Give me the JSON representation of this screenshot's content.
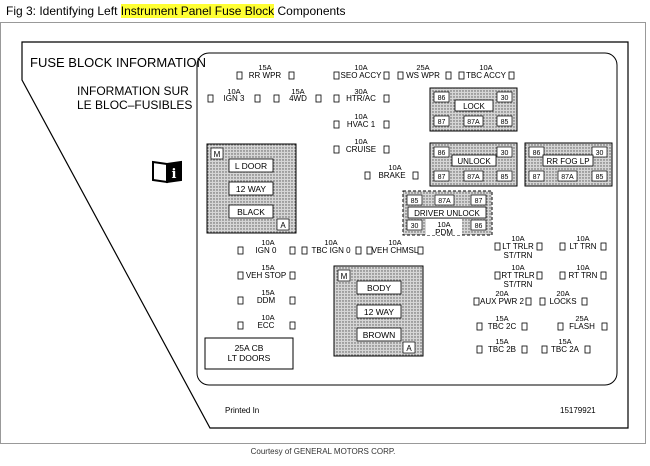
{
  "caption": {
    "prefix": "Fig 3: Identifying Left ",
    "highlight": "Instrument Panel Fuse Block",
    "suffix": " Components"
  },
  "header": {
    "title_en": "FUSE BLOCK INFORMATION",
    "title_fr_1": "INFORMATION SUR",
    "title_fr_2": "LE BLOC–FUSIBLES"
  },
  "fuses": {
    "rr_wpr": {
      "amp": "15A",
      "name": "RR WPR"
    },
    "seo_accy": {
      "amp": "10A",
      "name": "SEO ACCY"
    },
    "ws_wpr": {
      "amp": "25A",
      "name": "WS WPR"
    },
    "tbc_accy": {
      "amp": "10A",
      "name": "TBC ACCY"
    },
    "ign3": {
      "amp": "10A",
      "name": "IGN 3"
    },
    "fourwd": {
      "amp": "15A",
      "name": "4WD"
    },
    "htr_ac": {
      "amp": "30A",
      "name": "HTR/AC"
    },
    "hvac1": {
      "amp": "10A",
      "name": "HVAC 1"
    },
    "cruise": {
      "amp": "10A",
      "name": "CRUISE"
    },
    "brake": {
      "amp": "10A",
      "name": "BRAKE"
    },
    "ign0": {
      "amp": "10A",
      "name": "IGN 0"
    },
    "tbc_ign0": {
      "amp": "10A",
      "name": "TBC IGN 0"
    },
    "veh_chmsl": {
      "amp": "10A",
      "name": "VEH CHMSL"
    },
    "veh_stop": {
      "amp": "15A",
      "name": "VEH STOP"
    },
    "ddm": {
      "amp": "15A",
      "name": "DDM"
    },
    "ecc": {
      "amp": "10A",
      "name": "ECC"
    },
    "lt_trlr_st": {
      "amp": "10A",
      "name": "LT TRLR",
      "name2": "ST/TRN"
    },
    "lt_trn": {
      "amp": "10A",
      "name": "LT TRN"
    },
    "rt_trlr_st": {
      "amp": "10A",
      "name": "RT TRLR",
      "name2": "ST/TRN"
    },
    "rt_trn": {
      "amp": "10A",
      "name": "RT TRN"
    },
    "aux_pwr2": {
      "amp": "20A",
      "name": "AUX PWR 2"
    },
    "locks": {
      "amp": "20A",
      "name": "LOCKS"
    },
    "tbc_2c": {
      "amp": "15A",
      "name": "TBC 2C"
    },
    "flash": {
      "amp": "25A",
      "name": "FLASH"
    },
    "tbc_2b": {
      "amp": "15A",
      "name": "TBC 2B"
    },
    "tbc_2a": {
      "amp": "15A",
      "name": "TBC 2A"
    },
    "lt_doors": {
      "amp": "25A CB",
      "name": "LT DOORS"
    }
  },
  "relays": {
    "lock": {
      "name": "LOCK",
      "pins": [
        "86",
        "30",
        "87",
        "87A",
        "85"
      ]
    },
    "unlock": {
      "name": "UNLOCK",
      "pins": [
        "86",
        "30",
        "87",
        "87A",
        "85"
      ]
    },
    "rr_fog_lp": {
      "name": "RR FOG LP",
      "pins": [
        "86",
        "30",
        "87",
        "87A",
        "85"
      ]
    },
    "driver_unlock": {
      "name": "DRIVER UNLOCK",
      "pins": [
        "85",
        "87A",
        "87",
        "30",
        "86"
      ]
    },
    "pdm": {
      "amp": "10A",
      "name": "PDM"
    }
  },
  "modules": {
    "left": {
      "marker_m": "M",
      "marker_a": "A",
      "items": [
        "L DOOR",
        "12 WAY",
        "BLACK"
      ]
    },
    "center": {
      "marker_m": "M",
      "marker_a": "A",
      "items": [
        "BODY",
        "12 WAY",
        "BROWN"
      ]
    }
  },
  "footer": {
    "printed": "Printed In",
    "part_no": "15179921",
    "credit": "Courtesy of GENERAL MOTORS CORP."
  }
}
